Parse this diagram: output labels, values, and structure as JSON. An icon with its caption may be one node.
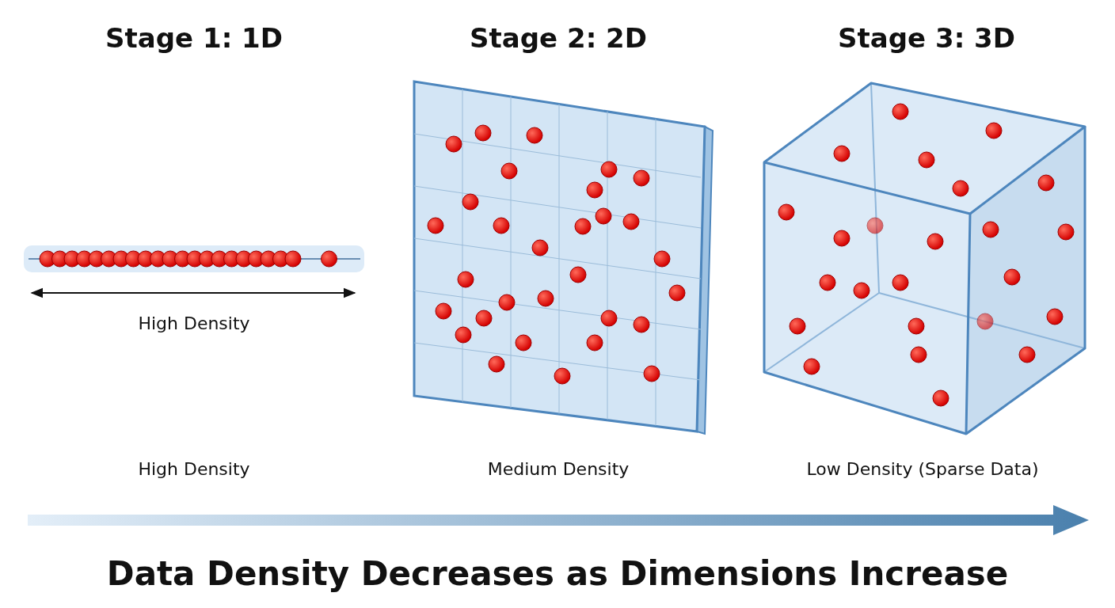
{
  "diagram": {
    "caption": "Data Density Decreases as Dimensions Increase",
    "labels": [
      "Stage 1: 1D",
      "Stage 2: 2D",
      "Stage 3: 3D",
      "High Density",
      "High Density",
      "Medium Density",
      "Low Density (Sparse Data)"
    ]
  }
}
